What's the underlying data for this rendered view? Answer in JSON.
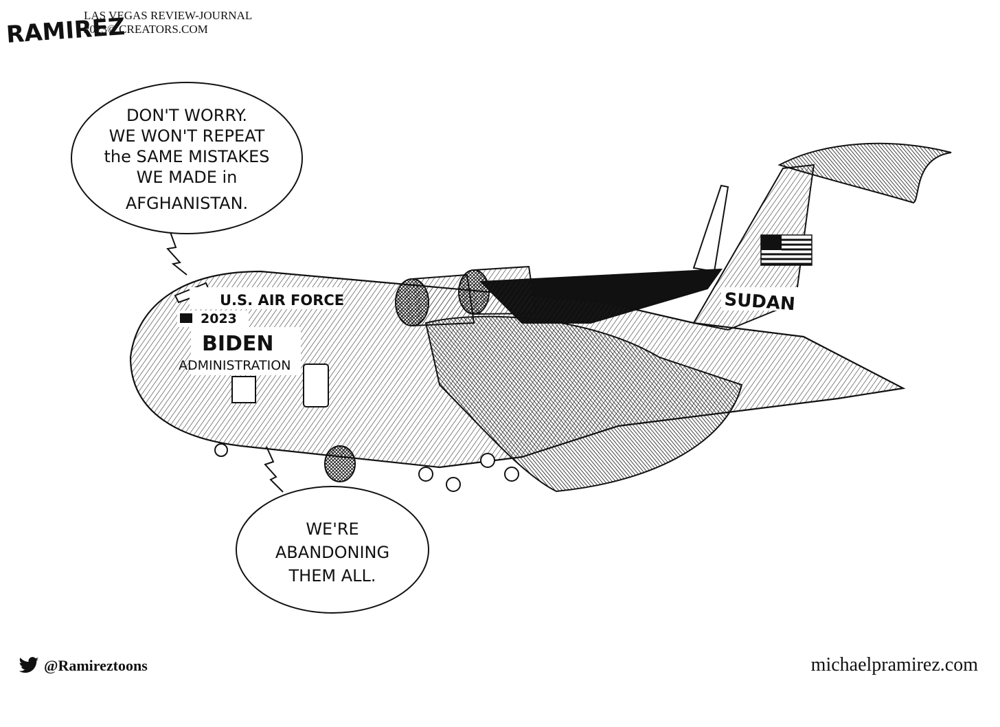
{
  "credit": {
    "signature": "RAMIREZ",
    "publication": "LAS VEGAS REVIEW-JOURNAL",
    "copyright": "2023© CREATORS.COM"
  },
  "speech_top": {
    "line1": "DON'T WORRY.",
    "line2": "WE WON'T REPEAT",
    "line3": "the SAME MISTAKES",
    "line4": "WE MADE in",
    "line5": "AFGHANISTAN."
  },
  "speech_bottom": {
    "line1": "WE'RE",
    "line2": "ABANDONING",
    "line3": "THEM ALL."
  },
  "plane": {
    "label_force": "U.S. AIR FORCE",
    "label_year": "2023",
    "label_name": "BIDEN",
    "label_admin": "ADMINISTRATION",
    "tail_label": "SUDAN"
  },
  "footer": {
    "handle": "@Ramireztoons",
    "website": "michaelpramirez.com"
  },
  "icons": {
    "social": "twitter-bird-icon",
    "flag": "us-flag-icon"
  }
}
